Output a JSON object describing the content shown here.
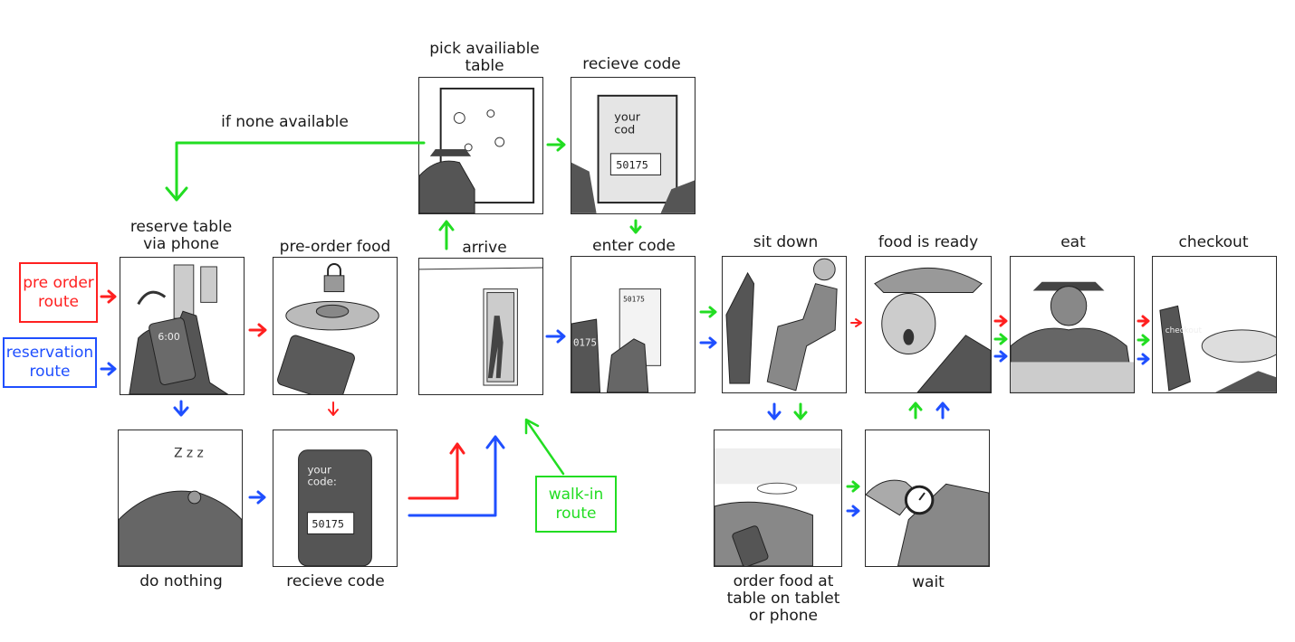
{
  "colors": {
    "pre_order": "#ff2020",
    "reservation": "#1f4fff",
    "walk_in": "#22dd22",
    "ink": "#2a2a2a"
  },
  "routes": {
    "pre_order": "pre order\nroute",
    "reservation": "reservation\nroute",
    "walk_in": "walk-in\nroute"
  },
  "annotations": {
    "if_none_available": "if none available"
  },
  "steps": {
    "reserve_table": "reserve table\nvia phone",
    "do_nothing": "do nothing",
    "pre_order_food": "pre-order food",
    "receive_code_preorder": "recieve code",
    "arrive": "arrive",
    "pick_table": "pick availiable\ntable",
    "receive_code_kiosk": "recieve code",
    "enter_code": "enter code",
    "sit_down": "sit down",
    "order_food": "order food at\ntable on tablet\nor phone",
    "food_ready": "food is ready",
    "wait": "wait",
    "eat": "eat",
    "checkout": "checkout"
  },
  "sketch_text": {
    "phone_time": "6:00",
    "sleep_z": "Z z z",
    "code_header": "your\ncode:",
    "code_value": "50175",
    "kiosk_header": "your\ncod",
    "kiosk_code": "50175",
    "keypad_code": "50175",
    "side_code": "0175",
    "checkout_device": "checkout"
  },
  "icons": {
    "lock": "padlock-icon",
    "watch": "wristwatch-icon"
  }
}
